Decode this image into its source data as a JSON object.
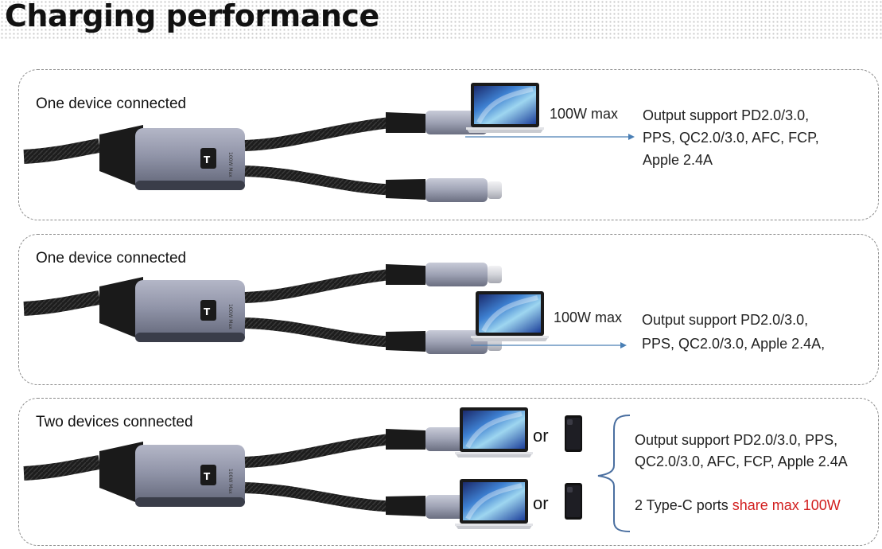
{
  "page": {
    "title": "Charging performance"
  },
  "panels": [
    {
      "heading": "One device connected",
      "power_label": "100W max",
      "output_lines": [
        "Output support PD2.0/3.0,",
        "PPS, QC2.0/3.0, AFC, FCP,",
        "Apple 2.4A"
      ]
    },
    {
      "heading": "One device connected",
      "power_label": "100W max",
      "output_lines": [
        "Output support PD2.0/3.0,",
        "PPS, QC2.0/3.0, Apple 2.4A,"
      ]
    },
    {
      "heading": "Two devices connected",
      "or_label": "or",
      "output_lines": [
        "Output support PD2.0/3.0, PPS,",
        "QC2.0/3.0, AFC, FCP, Apple 2.4A"
      ],
      "share_prefix": "2 Type-C ports ",
      "share_highlight": "share max 100W"
    }
  ],
  "colors": {
    "highlight": "#d21f1f",
    "arrow": "#4a7fb5",
    "bracket": "#4a6fa0",
    "cable_housing": "#8f93a8",
    "braid": "#1f1f1f"
  },
  "icons": {
    "cable_logo": "T-logo"
  }
}
